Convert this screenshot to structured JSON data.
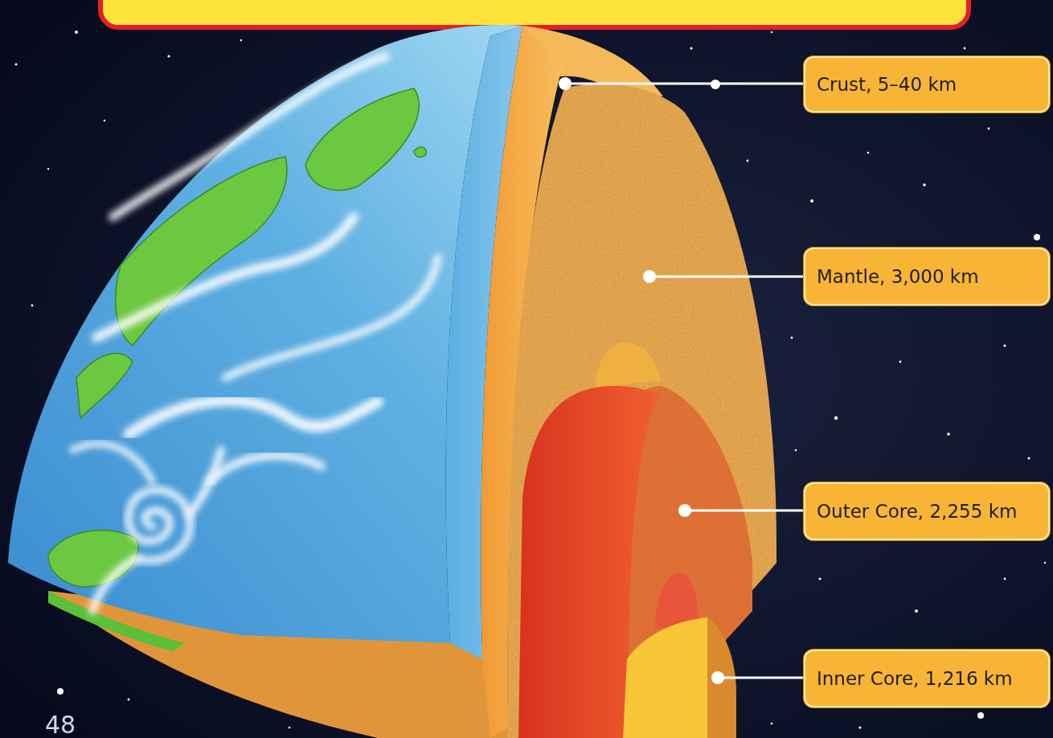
{
  "diagram": {
    "nodes": [
      {
        "text": [
          "Crust, 5–40 km"
        ]
      },
      {
        "text": [
          "Mantle, 3,000 km"
        ]
      },
      {
        "text": [
          "Outer Core, 2,255 km"
        ]
      },
      {
        "text": [
          "Inner Core, 1,216 km"
        ]
      }
    ],
    "labels": [
      "48"
    ]
  }
}
